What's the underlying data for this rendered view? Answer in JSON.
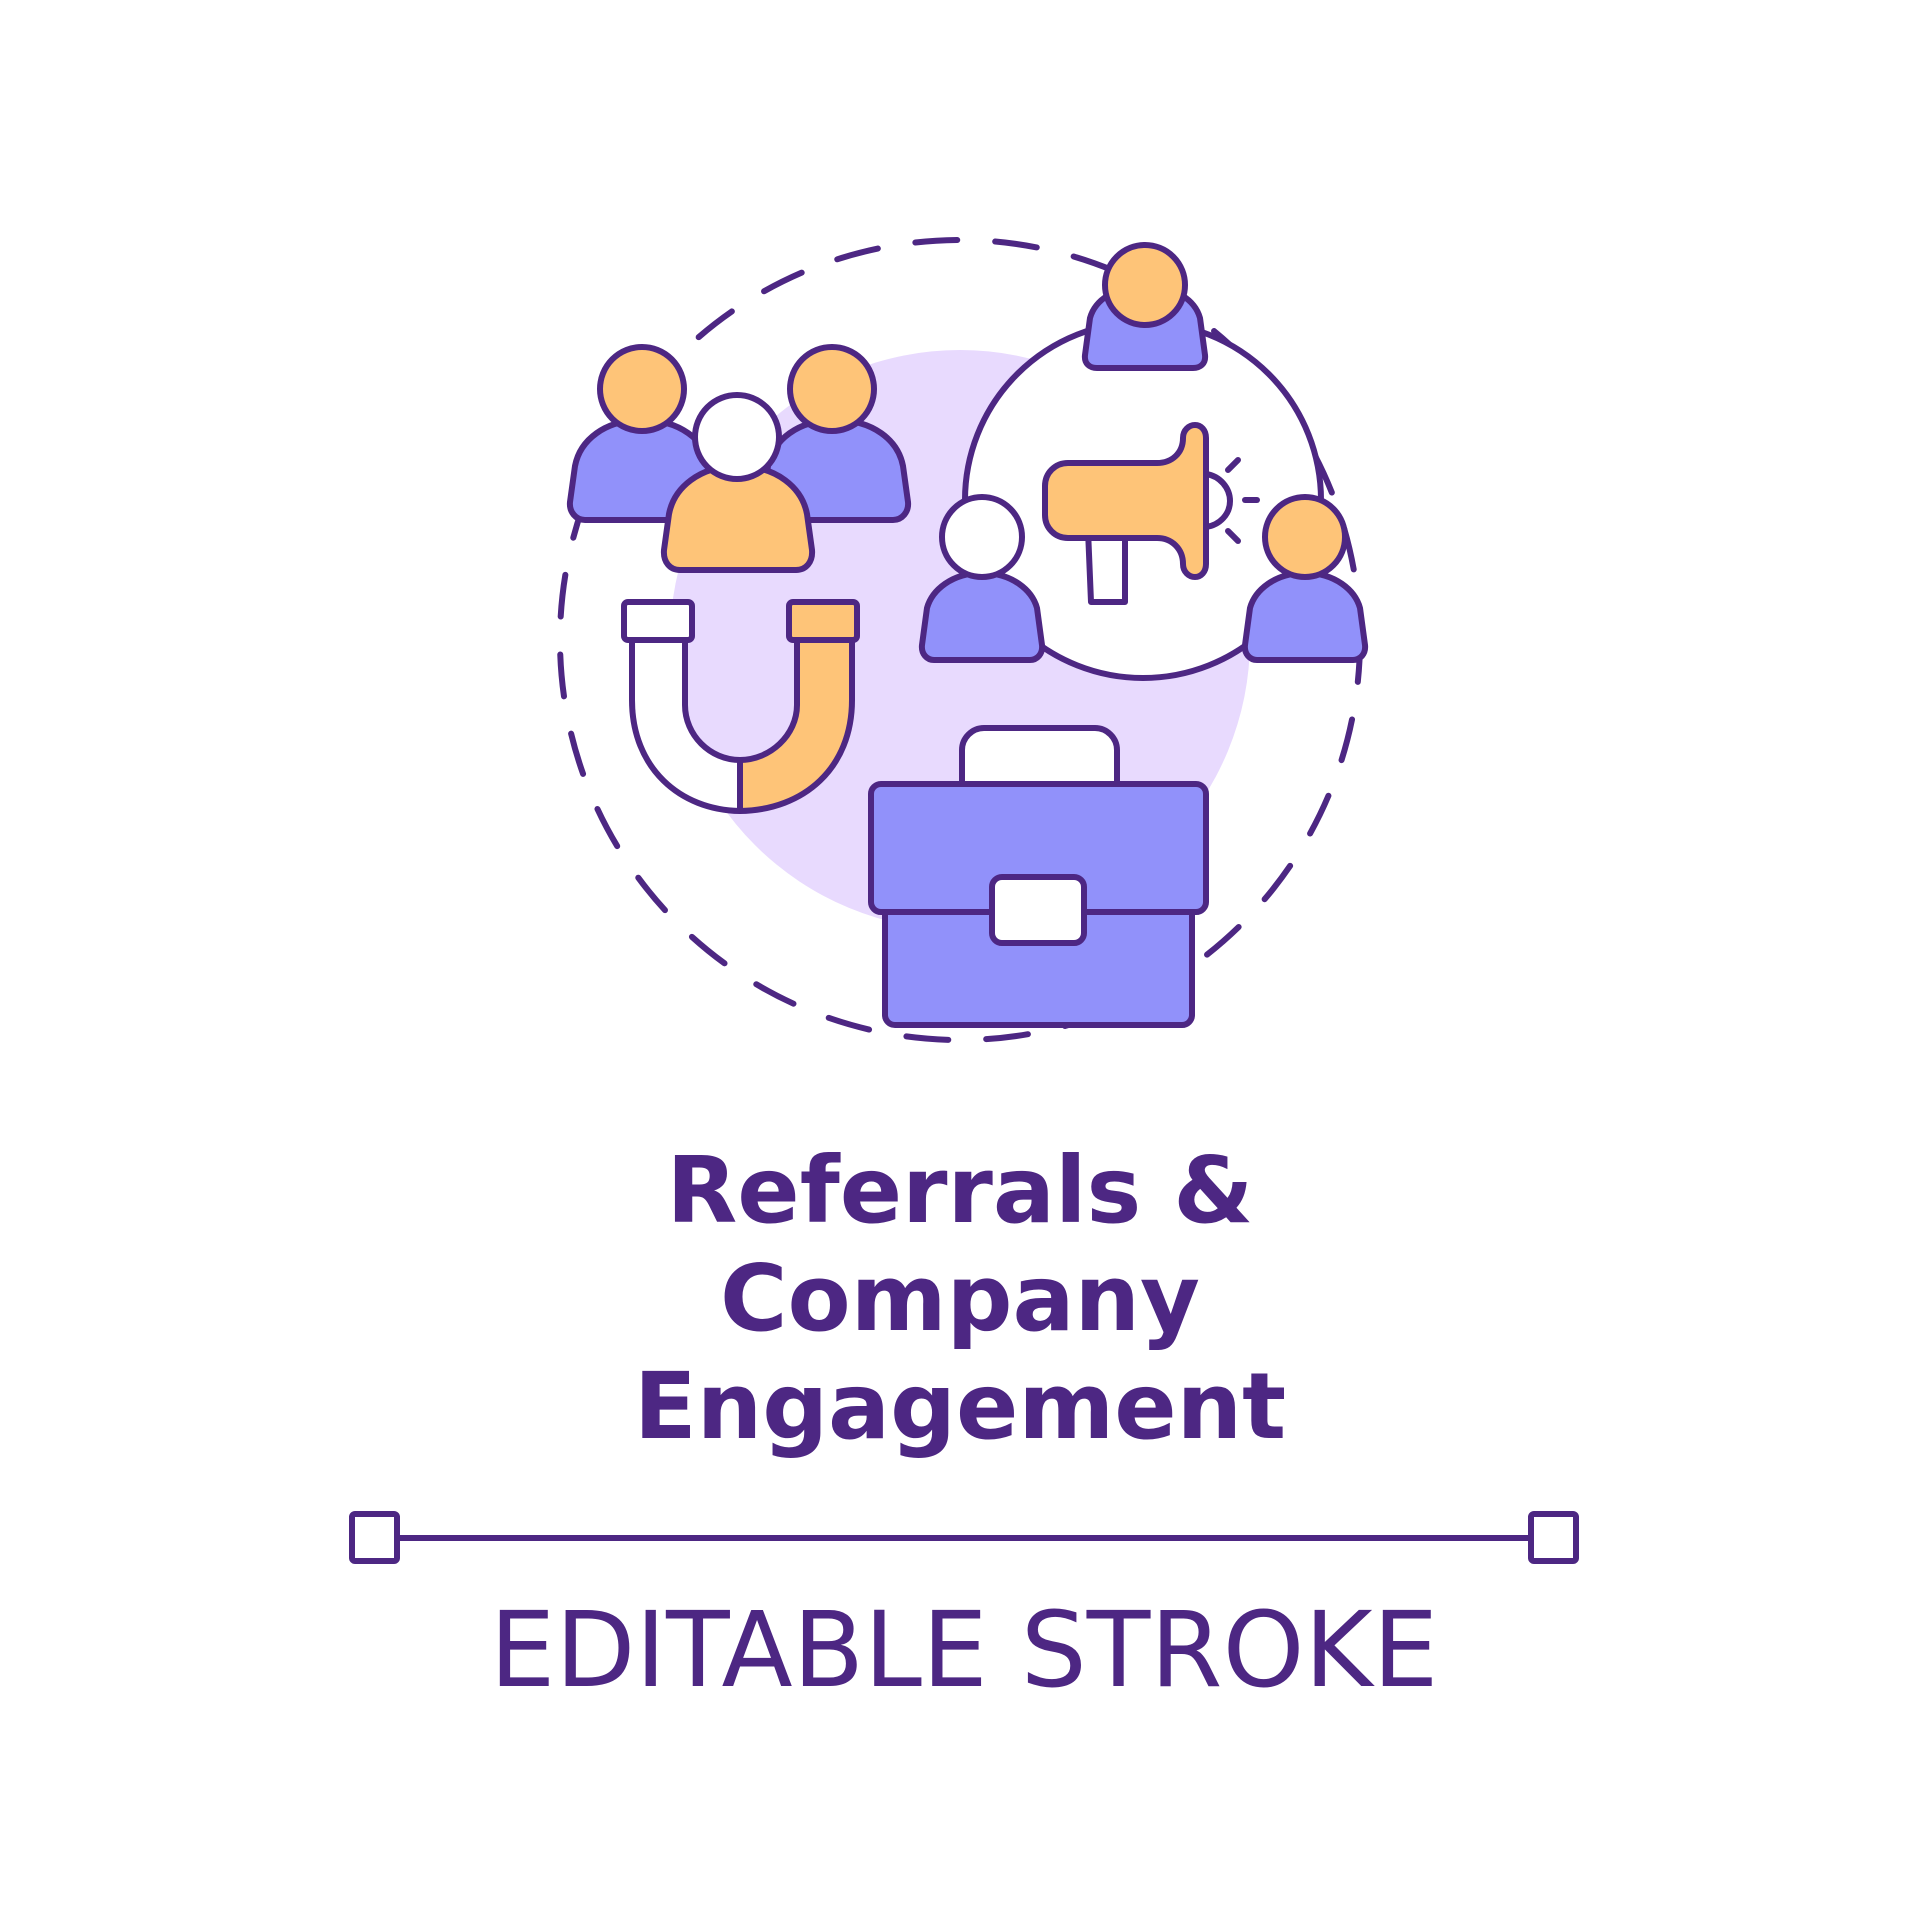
{
  "title": {
    "line1": "Referrals &",
    "line2": "Company",
    "line3": "Engagement"
  },
  "footer": {
    "label": "EDITABLE STROKE"
  },
  "colors": {
    "outline": "#4d2783",
    "blob": "#e8dafe",
    "purple_fill": "#9191fa",
    "orange_fill": "#fec478",
    "white_fill": "#ffffff"
  },
  "icons": [
    "magnet-icon",
    "briefcase-icon",
    "megaphone-icon",
    "people-group-icon",
    "network-people-icon"
  ]
}
